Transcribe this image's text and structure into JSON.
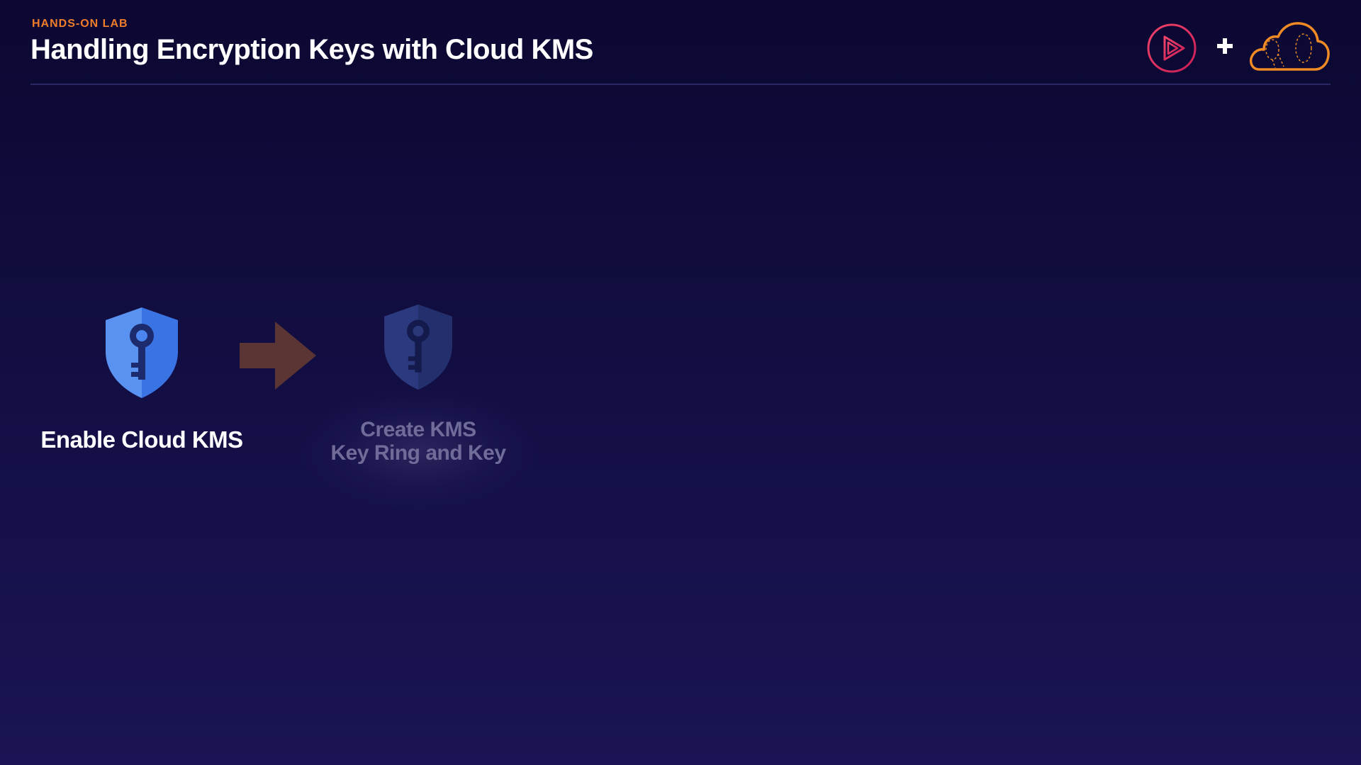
{
  "header": {
    "eyebrow": "HANDS-ON LAB",
    "title": "Handling Encryption Keys with Cloud KMS"
  },
  "logos": {
    "left_icon": "play-circle-icon",
    "separator_icon": "plus-icon",
    "right_icon": "cloud-icon"
  },
  "steps": [
    {
      "label": "Enable Cloud KMS",
      "icon": "shield-key-icon",
      "state": "active"
    },
    {
      "label_line1": "Create KMS",
      "label_line2": "Key Ring and Key",
      "icon": "shield-key-icon",
      "state": "dimmed"
    }
  ],
  "colors": {
    "accent_orange": "#ef7d2c",
    "play_logo": "#e0285a",
    "active_shield": "#3f7de9",
    "dimmed_shield": "#24306e",
    "arrow": "#5a3534",
    "background_top": "#0b0832",
    "background_bottom": "#1a1454"
  }
}
